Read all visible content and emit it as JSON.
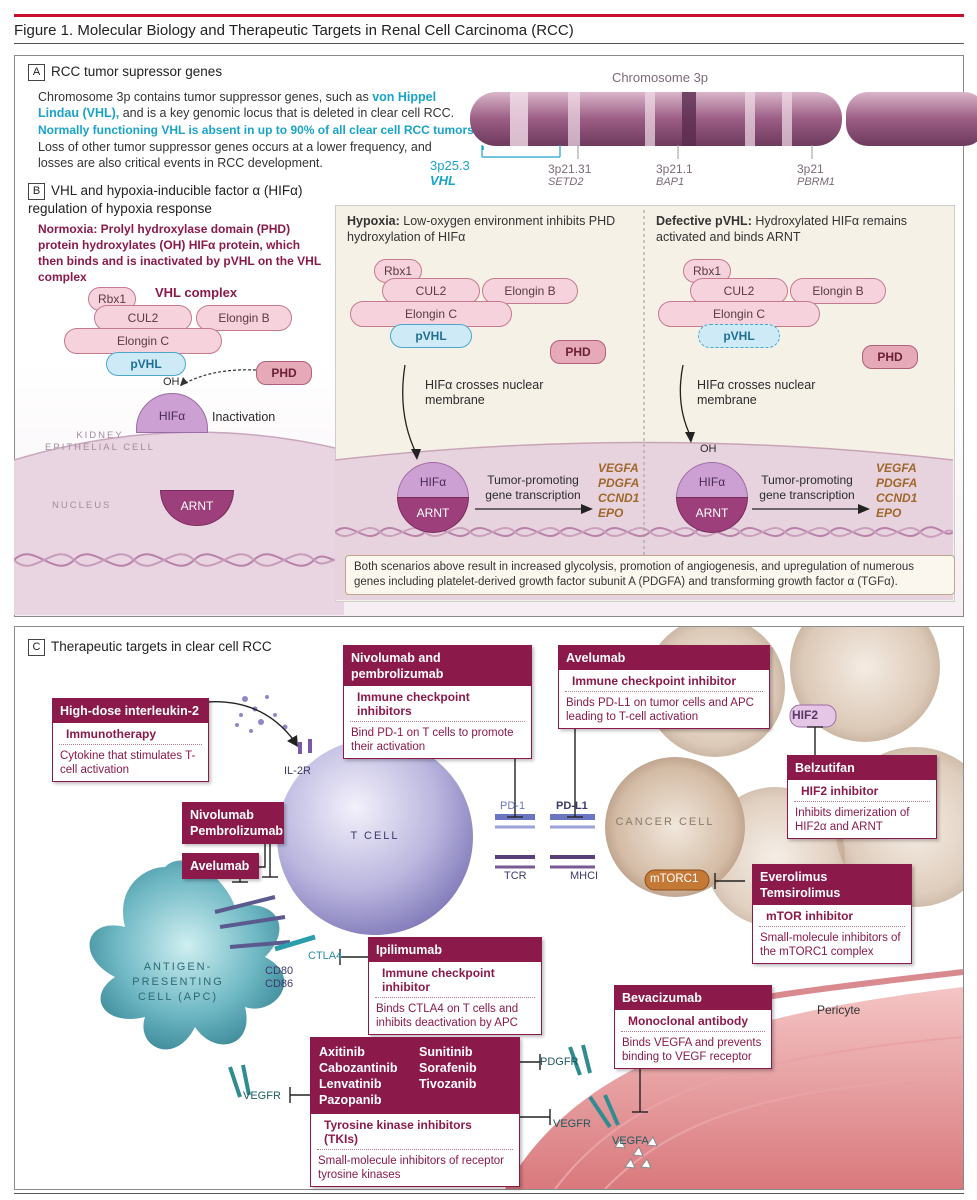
{
  "figure_title": "Figure 1. Molecular Biology and Therapeutic Targets in Renal Cell Carcinoma (RCC)",
  "panel_a": {
    "letter": "A",
    "heading": "RCC tumor supressor genes",
    "p1_pre": "Chromosome 3p contains tumor suppressor genes, such as ",
    "p1_link": "von Hippel Lindau (VHL),",
    "p1_post": " and is a key genomic locus that is deleted in clear cell RCC.",
    "p2": "Normally functioning VHL is absent in up to 90% of all clear cell RCC tumors.",
    "p3": "Loss of other tumor suppressor genes occurs at a lower frequency, and losses are also critical events in RCC development.",
    "chromosome_label": "Chromosome 3p",
    "bands": [
      {
        "band": "3p25.3",
        "gene": "VHL"
      },
      {
        "band": "3p21.31",
        "gene": "SETD2"
      },
      {
        "band": "3p21.1",
        "gene": "BAP1"
      },
      {
        "band": "3p21",
        "gene": "PBRM1"
      }
    ]
  },
  "panel_b": {
    "letter": "B",
    "heading": "VHL and hypoxia-inducible factor α (HIFα) regulation of hypoxia response",
    "normoxia": "Normoxia: Prolyl hydroxylase domain (PHD) protein hydroxylates (OH) HIFα protein, which then binds and is inactivated by pVHL on the VHL complex",
    "complex_title": "VHL complex",
    "rbx1": "Rbx1",
    "cul2": "CUL2",
    "elonginb": "Elongin B",
    "elonginc": "Elongin C",
    "pvhl": "pVHL",
    "phd": "PHD",
    "oh": "OH",
    "hifa": "HIFα",
    "inactivation": "Inactivation",
    "kidney_cell": "KIDNEY EPITHELIAL CELL",
    "nucleus": "NUCLEUS",
    "arnt": "ARNT",
    "hypoxia_title": "Hypoxia:",
    "hypoxia_text": "Low-oxygen environment inhibits PHD hydroxylation of HIFα",
    "defective_title": "Defective pVHL:",
    "defective_text": "Hydroxylated HIFα remains activated and binds ARNT",
    "crosses": "HIFα crosses nuclear membrane",
    "tumor_promoting": "Tumor-promoting gene transcription",
    "genes": [
      "VEGFA",
      "PDGFA",
      "CCND1",
      "EPO"
    ],
    "both_scenarios": "Both scenarios above result in increased glycolysis, promotion of angiogenesis, and upregulation of numerous genes including platelet-derived growth factor subunit A (PDGFA) and transforming growth factor α (TGFα)."
  },
  "panel_c": {
    "letter": "C",
    "heading": "Therapeutic targets in clear cell RCC",
    "cards": {
      "il2": {
        "title": "High-dose interleukin-2",
        "sub": "Immunotherapy",
        "desc": "Cytokine that stimulates T-cell activation"
      },
      "nivo_pd1": {
        "title": "Nivolumab and pembrolizumab",
        "sub": "Immune checkpoint inhibitors",
        "desc": "Bind PD-1 on T cells to promote their activation"
      },
      "avelumab_pdl1": {
        "title": "Avelumab",
        "sub": "Immune checkpoint inhibitor",
        "desc": "Binds PD-L1 on tumor cells and APC leading to T-cell activation"
      },
      "belzutifan": {
        "title": "Belzutifan",
        "sub": "HIF2 inhibitor",
        "desc": "Inhibits dimerization of HIF2α and ARNT"
      },
      "everolimus": {
        "title1": "Everolimus",
        "title2": "Temsirolimus",
        "sub": "mTOR inhibitor",
        "desc": "Small-molecule inhibitors of the mTORC1 complex"
      },
      "ipilimumab": {
        "title": "Ipilimumab",
        "sub": "Immune checkpoint inhibitor",
        "desc": "Binds CTLA4 on T cells and inhibits deactivation by APC"
      },
      "bevacizumab": {
        "title": "Bevacizumab",
        "sub": "Monoclonal antibody",
        "desc": "Binds VEGFA and prevents binding to VEGF receptor"
      },
      "tki": {
        "drugs_left": [
          "Axitinib",
          "Cabozantinib",
          "Lenvatinib",
          "Pazopanib"
        ],
        "drugs_right": [
          "Sunitinib",
          "Sorafenib",
          "Tivozanib"
        ],
        "sub": "Tyrosine kinase inhibitors (TKIs)",
        "desc": "Small-molecule inhibitors of receptor tyrosine kinases"
      },
      "nivo_small": {
        "line1": "Nivolumab",
        "line2": "Pembrolizumab"
      },
      "avelumab_small": "Avelumab"
    },
    "labels": {
      "il2r": "IL-2R",
      "pd1": "PD-1",
      "pdl1": "PD-L1",
      "tcr": "TCR",
      "mhci": "MHCI",
      "ctla4": "CTLA4",
      "cd80": "CD80",
      "cd86": "CD86",
      "hif2": "HIF2",
      "mtorc1": "mTORC1",
      "pdgfr": "PDGFR",
      "vegfr": "VEGFR",
      "vegfa": "VEGFA",
      "pericyte": "Pericyte",
      "tcell": "T CELL",
      "cancer_cell": "CANCER CELL",
      "apc": "ANTIGEN-PRESENTING CELL (APC)"
    }
  }
}
